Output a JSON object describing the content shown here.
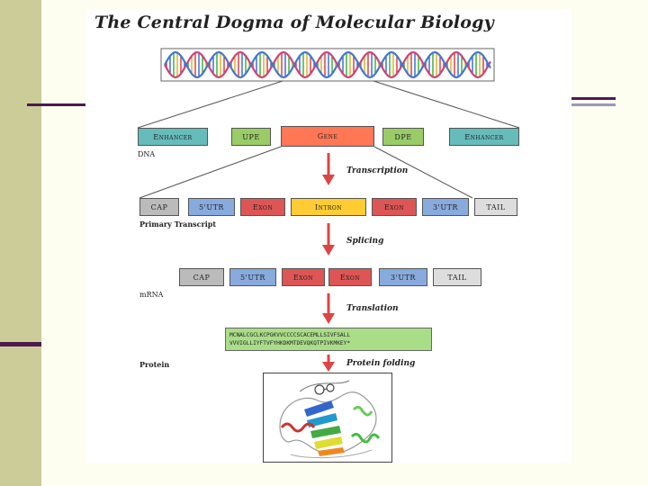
{
  "title": "The Central Dogma of Molecular Biology",
  "dna_row": [
    "Enhancer",
    "UPE",
    "Gene",
    "DPE",
    "Enhancer"
  ],
  "dna_label": "DNA",
  "step_transcription": "Transcription",
  "primary_row": [
    "CAP",
    "5'UTR",
    "Exon",
    "Intron",
    "Exon",
    "3'UTR",
    "TAIL"
  ],
  "primary_label": "Primary Transcript",
  "step_splicing": "Splicing",
  "mrna_row": [
    "CAP",
    "5'UTR",
    "Exon",
    "Exon",
    "3'UTR",
    "TAIL"
  ],
  "mrna_label": "mRNA",
  "step_translation": "Translation",
  "sequence_line1": "MCNALCGCLKCPGKVVCCCCSCACEMLLSIVFSALL",
  "sequence_line2": "VVVIGLLIYFTVFYHKDKMTDEVQKQTPIVKMKEY*",
  "protein_label": "Protein",
  "step_folding": "Protein folding",
  "colors": {
    "enhancer": "#66bbbb",
    "upe": "#99cc66",
    "gene": "#ff7755",
    "cap": "#bbbbbb",
    "utr": "#88aadd",
    "exon": "#dd5555",
    "intron": "#ffcc33",
    "arrow": "#dd4444"
  }
}
